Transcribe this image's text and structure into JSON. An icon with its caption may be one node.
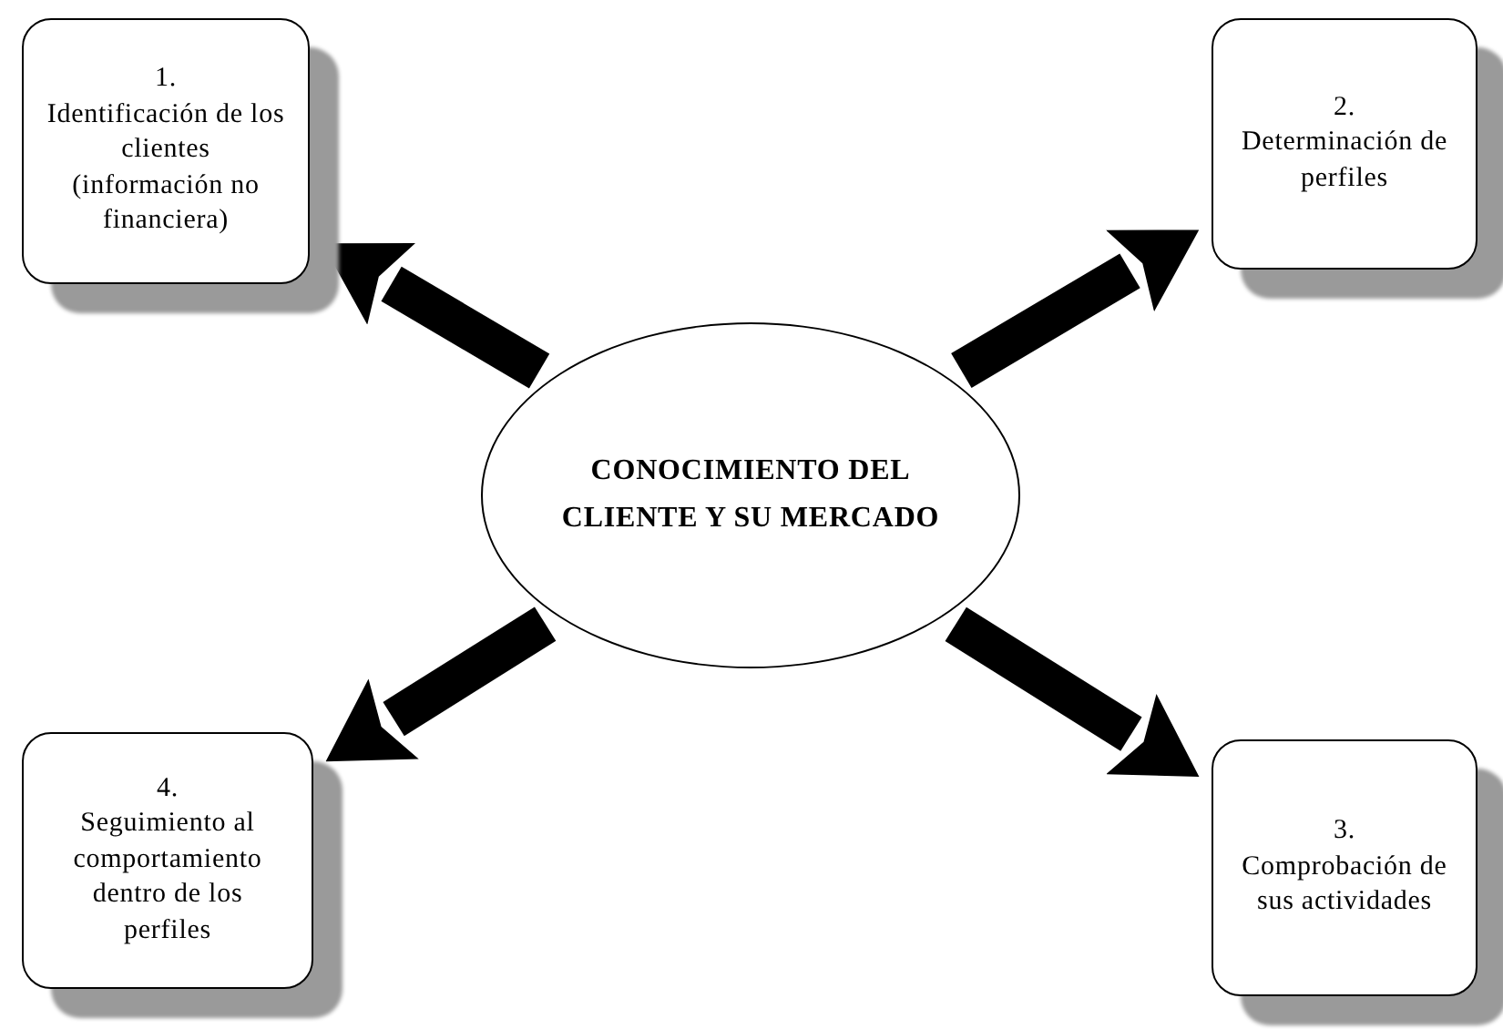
{
  "diagram": {
    "nodes": [
      {
        "text": [
          "1.",
          "Identificación de los clientes (información no financiera)"
        ]
      },
      {
        "text": [
          "2.",
          "Determinación de perfiles"
        ]
      },
      {
        "text": [
          "CONOCIMIENTO DEL CLIENTE Y SU MERCADO"
        ]
      },
      {
        "text": [
          "4.",
          "Seguimiento al comportamiento dentro de los perfiles"
        ]
      },
      {
        "text": [
          "3.",
          "Comprobación de sus actividades"
        ]
      }
    ],
    "edges": [
      {
        "from": 2,
        "to": 0,
        "arrow": "to"
      },
      {
        "from": 2,
        "to": 1,
        "arrow": "to"
      },
      {
        "from": 2,
        "to": 3,
        "arrow": "to"
      },
      {
        "from": 2,
        "to": 4,
        "arrow": "to"
      }
    ]
  }
}
